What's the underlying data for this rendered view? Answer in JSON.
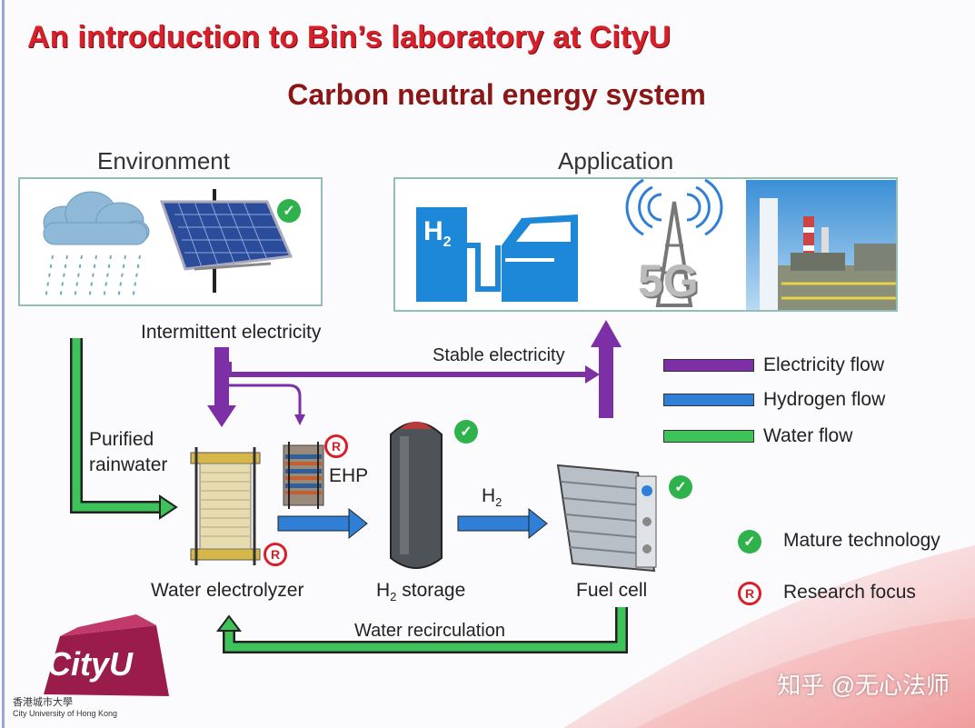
{
  "header": {
    "title": "An introduction to Bin’s laboratory at CityU",
    "subtitle": "Carbon neutral energy system"
  },
  "sections": {
    "environment": "Environment",
    "application": "Application"
  },
  "flows": {
    "intermittent_electricity": "Intermittent electricity",
    "stable_electricity": "Stable electricity",
    "purified_rainwater_line1": "Purified",
    "purified_rainwater_line2": "rainwater",
    "h2_flow": "H",
    "h2_sub": "2",
    "water_recirculation": "Water recirculation"
  },
  "components": {
    "water_electrolyzer": "Water electrolyzer",
    "ehp": "EHP",
    "h2_storage_prefix": "H",
    "h2_storage_sub": "2",
    "h2_storage_suffix": " storage",
    "fuel_cell": "Fuel cell"
  },
  "application_icons": {
    "h2_text": "H",
    "h2_sub": "2",
    "fiveg_text": "5G"
  },
  "legend": {
    "electricity": {
      "label": "Electricity flow",
      "color": "#7d2fa5"
    },
    "hydrogen": {
      "label": "Hydrogen flow",
      "color": "#2f7fd6"
    },
    "water": {
      "label": "Water flow",
      "color": "#3ec25a"
    },
    "mature": {
      "label": "Mature technology",
      "icon": "check-badge"
    },
    "research": {
      "label": "Research focus",
      "icon": "registered-badge"
    }
  },
  "badges": {
    "check": "✓",
    "research": "R"
  },
  "logo": {
    "text": "CityU",
    "chinese": "香港城市大學",
    "english": "City University of Hong Kong"
  },
  "watermark": "知乎 @无心法师"
}
